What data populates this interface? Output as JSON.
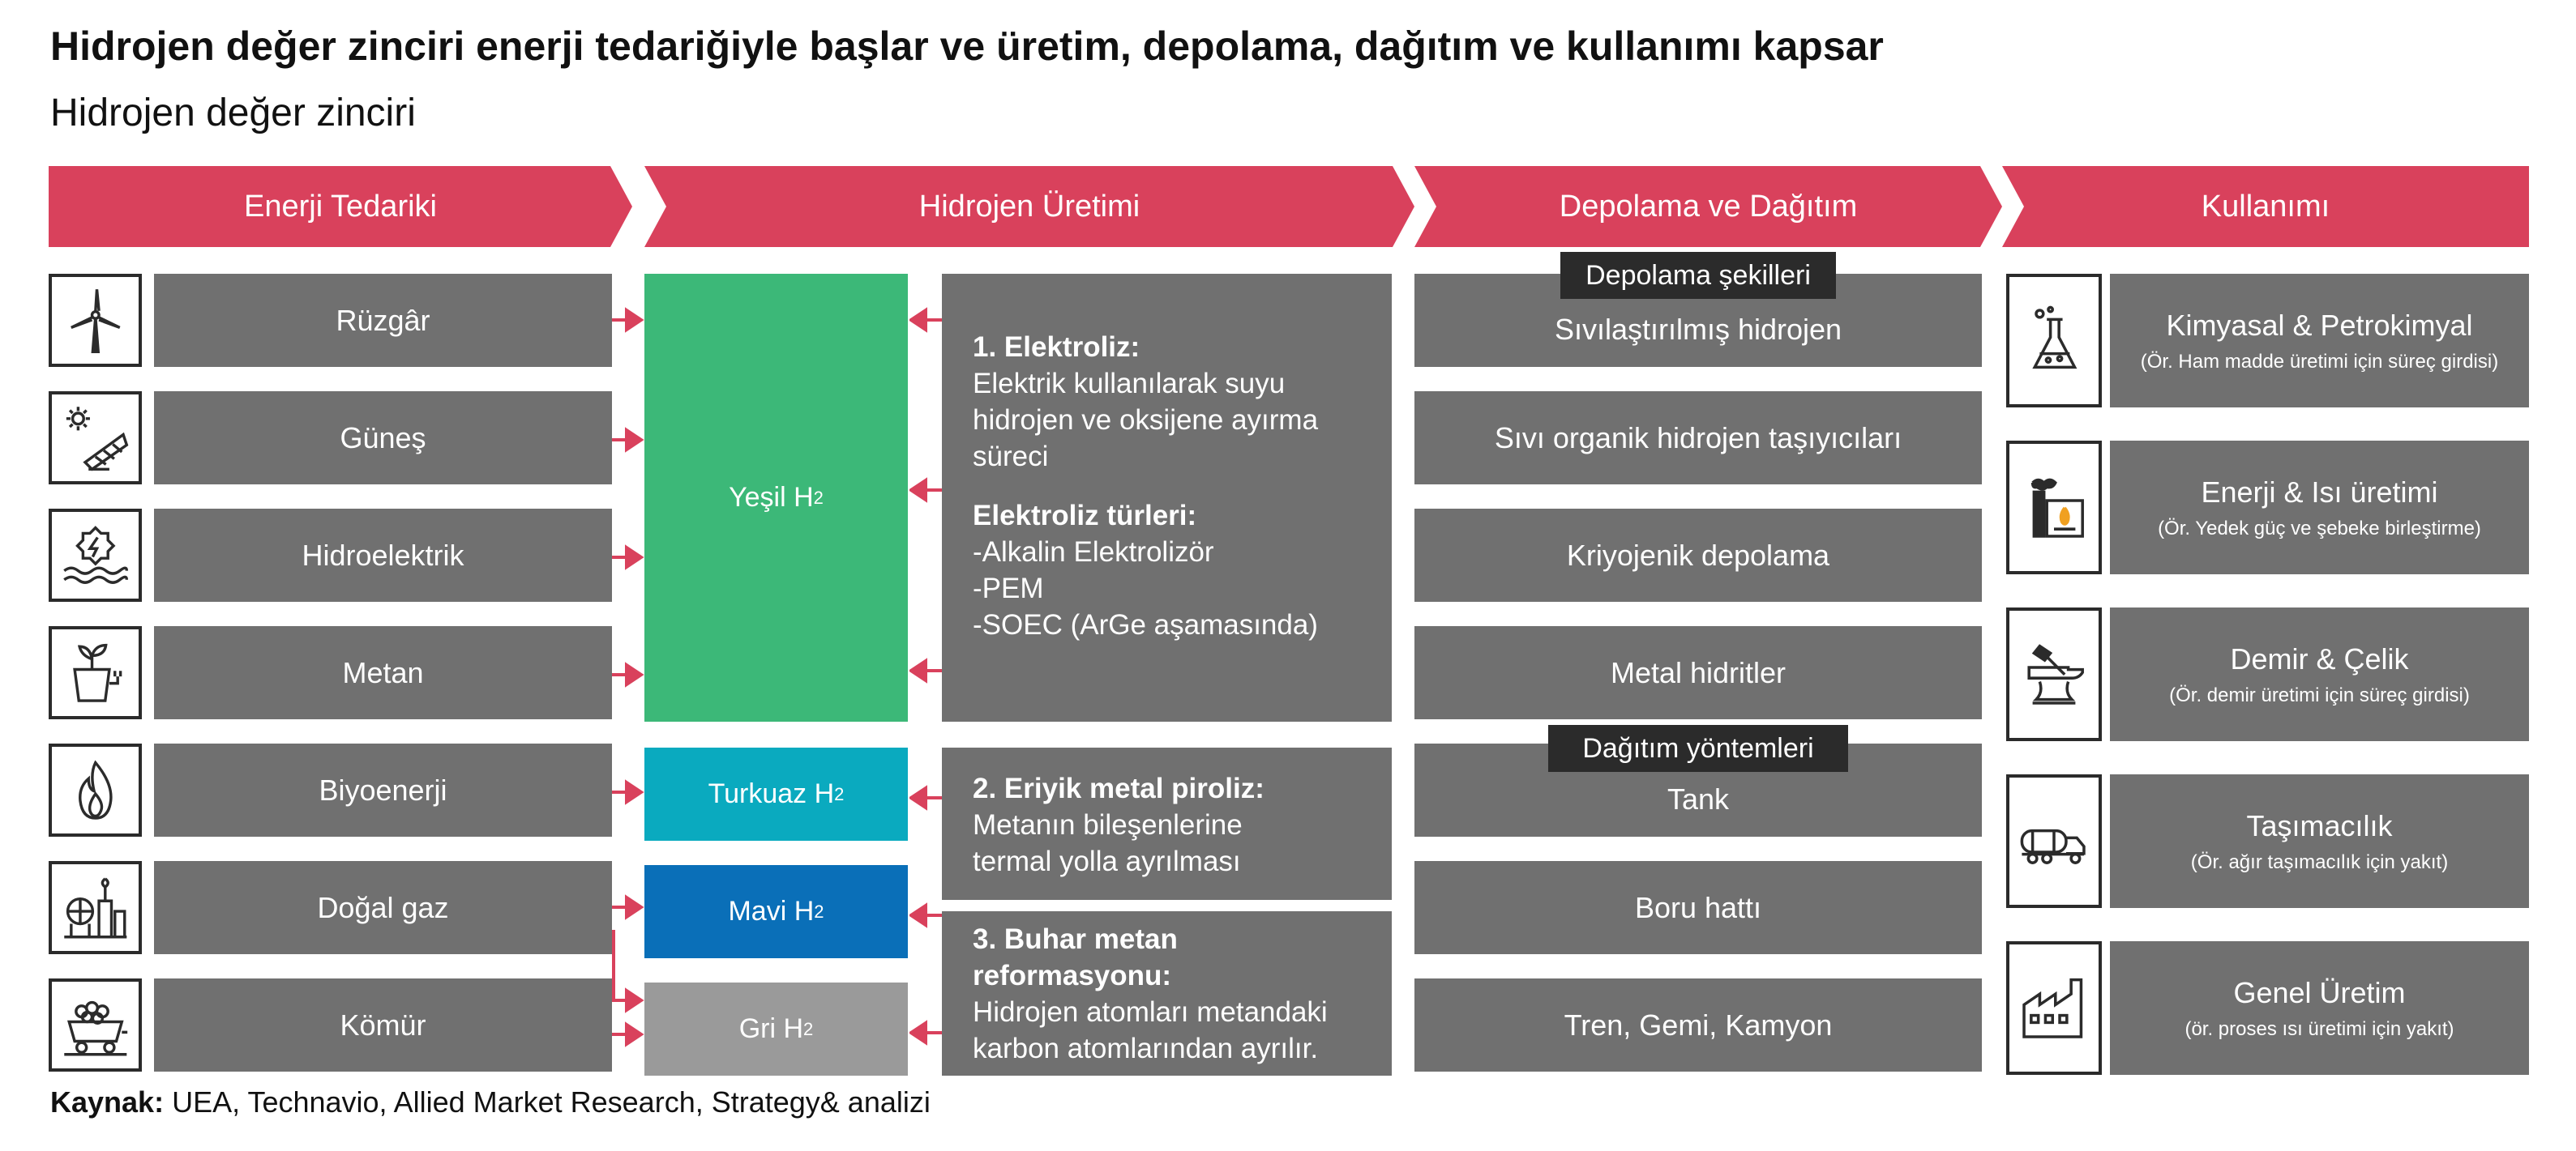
{
  "title": "Hidrojen değer zinciri enerji tedariğiyle başlar ve üretim, depolama, dağıtım ve kullanımı kapsar",
  "subtitle": "Hidrojen değer zinciri",
  "colors": {
    "header": "#d9415c",
    "box": "#707070",
    "green": "#3cb878",
    "turquoise": "#0aaabf",
    "blue": "#0a6fb8",
    "gray_h2": "#9a9a9a",
    "dark": "#2b2b2b"
  },
  "headers": [
    "Enerji Tedariki",
    "Hidrojen Üretimi",
    "Depolama ve Dağıtım",
    "Kullanımı"
  ],
  "supply": [
    {
      "label": "Rüzgâr",
      "icon": "wind-turbine-icon"
    },
    {
      "label": "Güneş",
      "icon": "solar-panel-icon"
    },
    {
      "label": "Hidroelektrik",
      "icon": "hydro-icon"
    },
    {
      "label": "Metan",
      "icon": "plant-pot-icon"
    },
    {
      "label": "Biyoenerji",
      "icon": "flame-icon"
    },
    {
      "label": "Doğal gaz",
      "icon": "gas-plant-icon"
    },
    {
      "label": "Kömür",
      "icon": "coal-cart-icon"
    }
  ],
  "production": {
    "green": {
      "name": "Yeşil H",
      "sub": "2"
    },
    "turquoise": {
      "name": "Turkuaz H",
      "sub": "2"
    },
    "blue": {
      "name": "Mavi H",
      "sub": "2"
    },
    "gray": {
      "name": "Gri H",
      "sub": "2"
    }
  },
  "processes": {
    "p1_title": "1. Elektroliz:",
    "p1_lines": [
      "Elektrik kullanılarak suyu",
      "hidrojen ve oksijene ayırma",
      "süreci"
    ],
    "p1_types_title": "Elektroliz türleri:",
    "p1_types": [
      "-Alkalin Elektrolizör",
      "-PEM",
      "-SOEC (ArGe aşamasında)"
    ],
    "p2_title": "2. Eriyik metal piroliz:",
    "p2_lines": [
      "Metanın bileşenlerine",
      "termal yolla ayrılması"
    ],
    "p3_title_lines": [
      "3. Buhar metan",
      "reformasyonu:"
    ],
    "p3_lines": [
      "Hidrojen atomları metandaki",
      "karbon atomlarından ayrılır."
    ]
  },
  "storage": {
    "tag": "Depolama şekilleri",
    "items": [
      "Sıvılaştırılmış hidrojen",
      "Sıvı organik hidrojen taşıyıcıları",
      "Kriyojenik depolama",
      "Metal hidritler"
    ]
  },
  "distribution": {
    "tag": "Dağıtım yöntemleri",
    "items": [
      "Tank",
      "Boru hattı",
      "Tren, Gemi, Kamyon"
    ]
  },
  "usage": [
    {
      "label": "Kimyasal & Petrokimyal",
      "sub": "(Ör. Ham madde üretimi için süreç girdisi)",
      "icon": "flask-icon"
    },
    {
      "label": "Enerji & Isı üretimi",
      "sub": "(Ör. Yedek güç ve şebeke birleştirme)",
      "icon": "power-plant-icon"
    },
    {
      "label": "Demir & Çelik",
      "sub": "(Ör. demir üretimi için süreç girdisi)",
      "icon": "anvil-icon"
    },
    {
      "label": "Taşımacılık",
      "sub": "(Ör. ağır taşımacılık için yakıt)",
      "icon": "tanker-truck-icon"
    },
    {
      "label": "Genel Üretim",
      "sub": "(ör. proses ısı üretimi için yakıt)",
      "icon": "factory-icon"
    }
  ],
  "source": {
    "label": "Kaynak:",
    "text": " UEA, Technavio, Allied Market Research, Strategy& analizi"
  }
}
